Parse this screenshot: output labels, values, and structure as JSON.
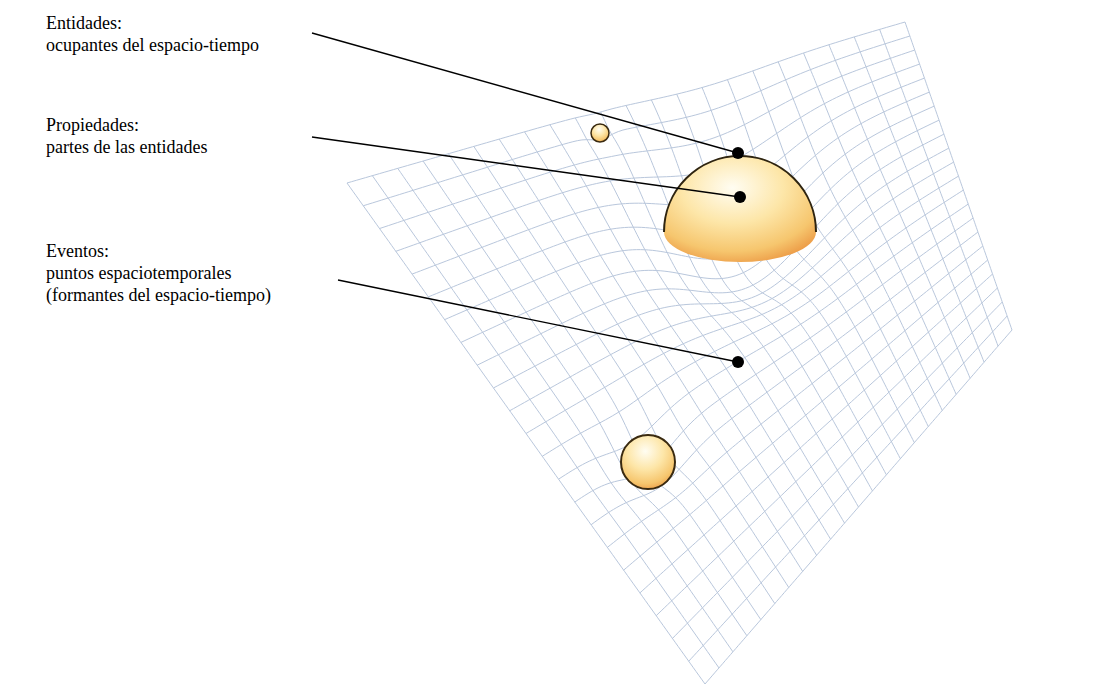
{
  "diagram": {
    "labels": [
      "Entidades:",
      "ocupantes del espacio-tiempo",
      "Propiedades:",
      "partes de las entidades",
      "Eventos:",
      "puntos espaciotemporales (formantes del espacio-tiempo)"
    ]
  }
}
